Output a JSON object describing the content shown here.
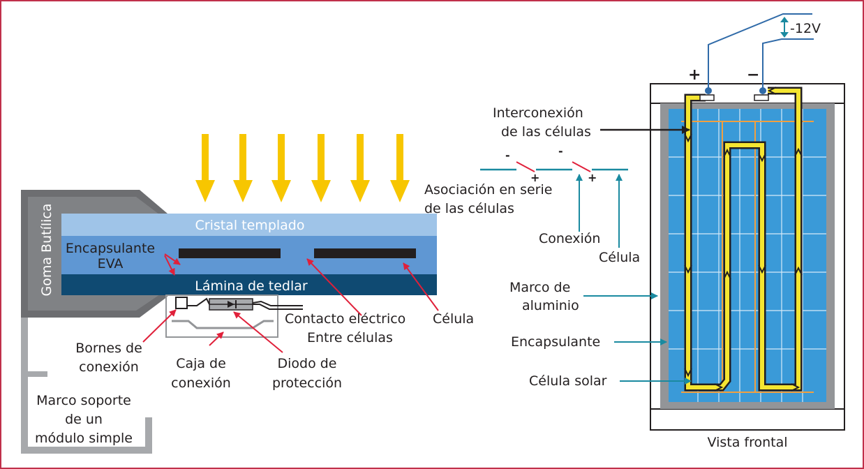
{
  "layers": {
    "glass": "Cristal templado",
    "encapsulant_1": "Encapsulante",
    "encapsulant_2": "EVA",
    "tedlar": "Lámina de tedlar",
    "butyl": "Goma Butílica"
  },
  "left_labels": {
    "contact_1": "Contacto eléctrico",
    "contact_2": "Entre células",
    "cell": "Célula",
    "terminals_1": "Bornes de",
    "terminals_2": "conexión",
    "box_1": "Caja de",
    "box_2": "conexión",
    "diode_1": "Diodo de",
    "diode_2": "protección",
    "frame_1": "Marco soporte",
    "frame_2": "de un",
    "frame_3": "módulo simple"
  },
  "series": {
    "title_1": "Asociación en serie",
    "title_2": "de las células",
    "connection": "Conexión",
    "cell": "Célula",
    "minus": "-",
    "plus": "+"
  },
  "front": {
    "voltage": "-12V",
    "plus": "+",
    "minus": "−",
    "interconnect_1": "Interconexión",
    "interconnect_2": "de las células",
    "frame_1": "Marco de",
    "frame_2": "aluminio",
    "encapsulant": "Encapsulante",
    "solar_cell": "Célula solar",
    "caption": "Vista frontal"
  },
  "colors": {
    "border": "#c0304a",
    "sun_arrow": "#f7c600",
    "glass": "#9fc4e8",
    "eva": "#5f97d3",
    "tedlar": "#0f4a72",
    "butyl": "#6d6e71",
    "cell_dark": "#231f20",
    "red_leader": "#e0203a",
    "teal": "#1a8aa0",
    "panel_cell": "#3a9ad8",
    "path": "#f4e531",
    "copper": "#f0a040",
    "wire": "#2f6aa8"
  }
}
